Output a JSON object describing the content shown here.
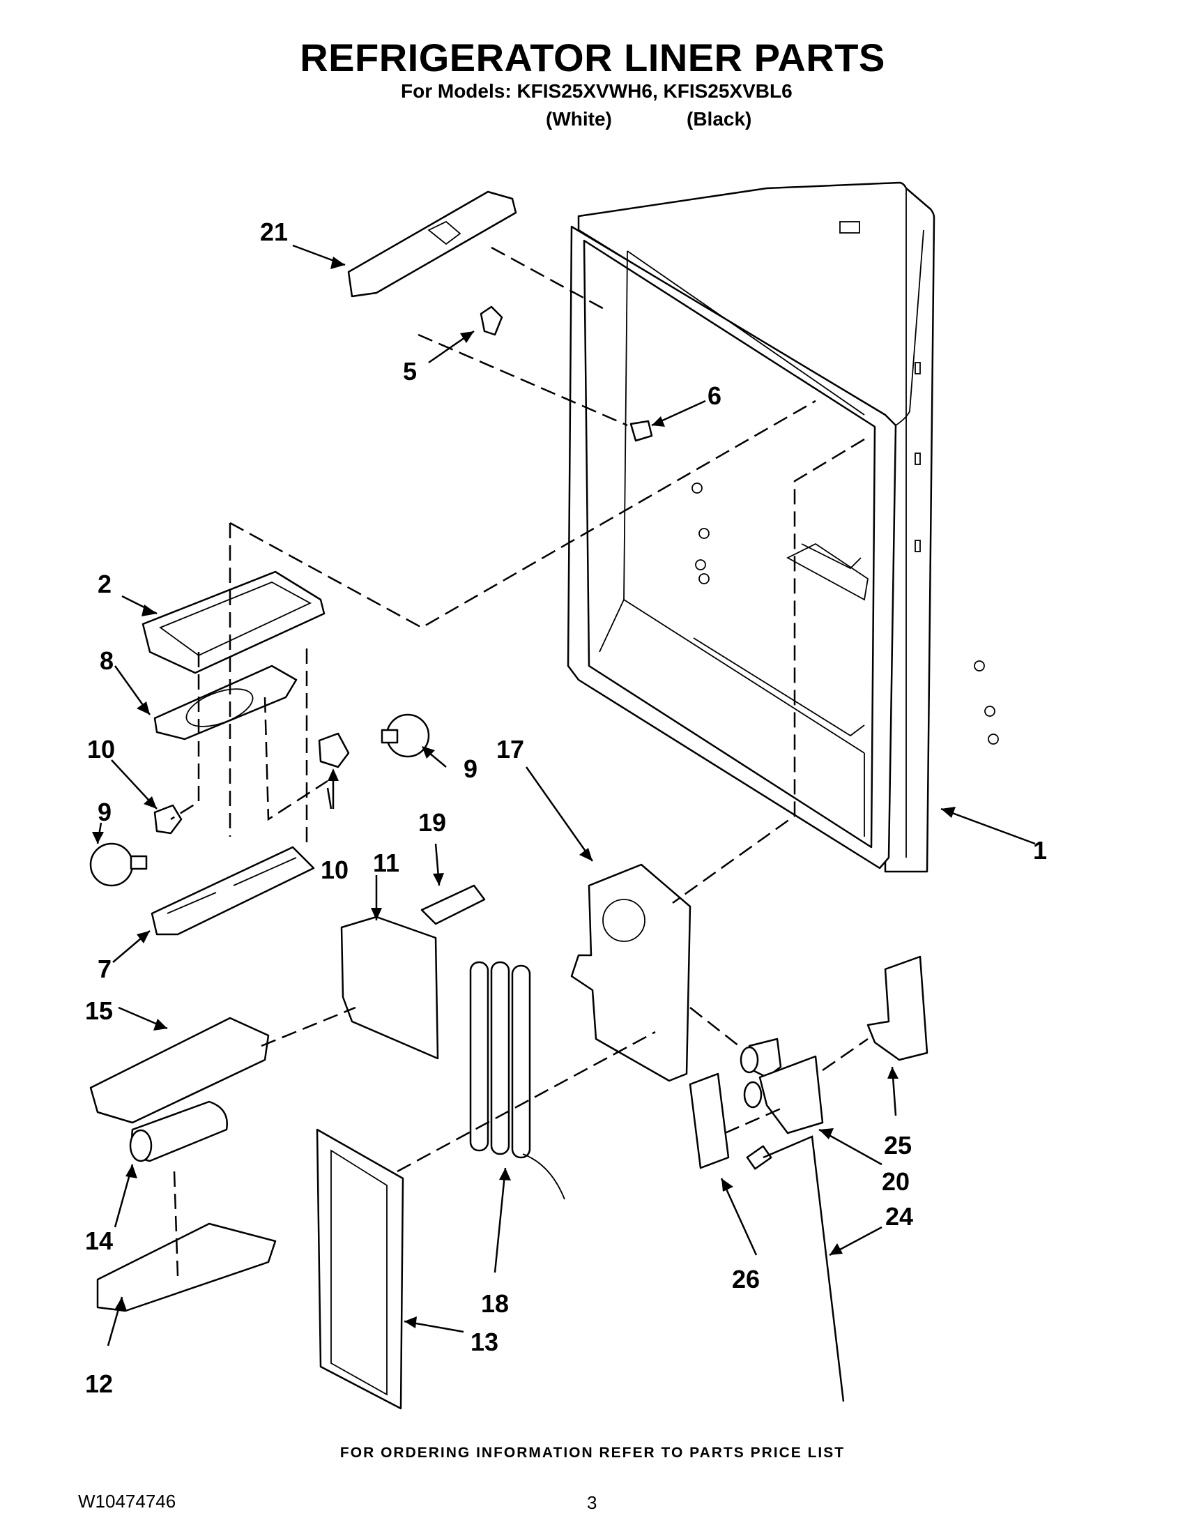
{
  "header": {
    "title": "REFRIGERATOR LINER PARTS",
    "models_line": "For Models: KFIS25XVWH6, KFIS25XVBL6",
    "variant_white": "(White)",
    "variant_black": "(Black)"
  },
  "callouts": {
    "c1": "1",
    "c2": "2",
    "c5": "5",
    "c6": "6",
    "c7": "7",
    "c8": "8",
    "c9a": "9",
    "c9b": "9",
    "c10a": "10",
    "c10b": "10",
    "c11": "11",
    "c12": "12",
    "c13": "13",
    "c14": "14",
    "c15": "15",
    "c17": "17",
    "c18": "18",
    "c19": "19",
    "c20": "20",
    "c21": "21",
    "c24": "24",
    "c25": "25",
    "c26": "26"
  },
  "footer": {
    "ordering_note": "FOR ORDERING INFORMATION REFER TO PARTS PRICE LIST",
    "document_number": "W10474746",
    "page_number": "3"
  }
}
